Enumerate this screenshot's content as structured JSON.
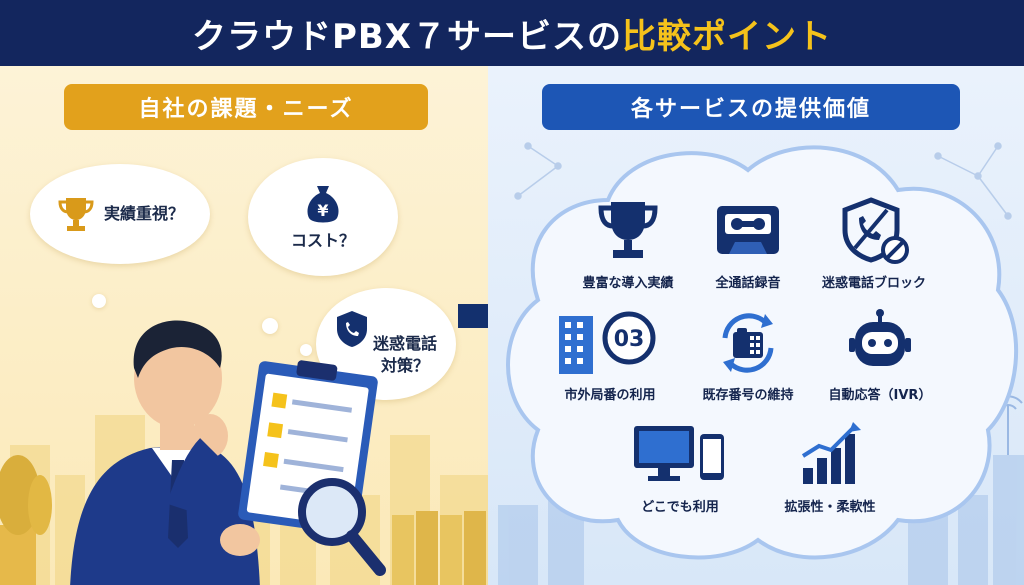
{
  "header": {
    "title_main": "クラウドPBX７サービスの",
    "title_accent": "比較ポイント"
  },
  "left": {
    "label": "自社の課題・ニーズ",
    "bubbles": {
      "achievement": "実績重視？",
      "cost": "コスト？",
      "spam_line1": "迷惑電話",
      "spam_line2": "対策？"
    }
  },
  "right": {
    "label": "各サービスの提供価値",
    "services": [
      {
        "label": "豊富な導入実績",
        "icon": "trophy-icon"
      },
      {
        "label": "全通話録音",
        "icon": "cassette-tape-icon"
      },
      {
        "label": "迷惑電話ブロック",
        "icon": "shield-phone-block-icon"
      },
      {
        "label": "市外局番の利用",
        "icon": "building-area-code-icon",
        "badge": "03"
      },
      {
        "label": "既存番号の維持",
        "icon": "phone-cycle-icon"
      },
      {
        "label": "自動応答（IVR）",
        "icon": "robot-icon"
      },
      {
        "label": "どこでも利用",
        "icon": "monitor-smartphone-icon"
      },
      {
        "label": "拡張性・柔軟性",
        "icon": "growth-chart-icon"
      }
    ]
  },
  "colors": {
    "navy": "#13265e",
    "gold": "#e2a11c",
    "accent_yellow": "#f5c21b",
    "blue": "#1d56b5",
    "icon_navy": "#14306e"
  }
}
